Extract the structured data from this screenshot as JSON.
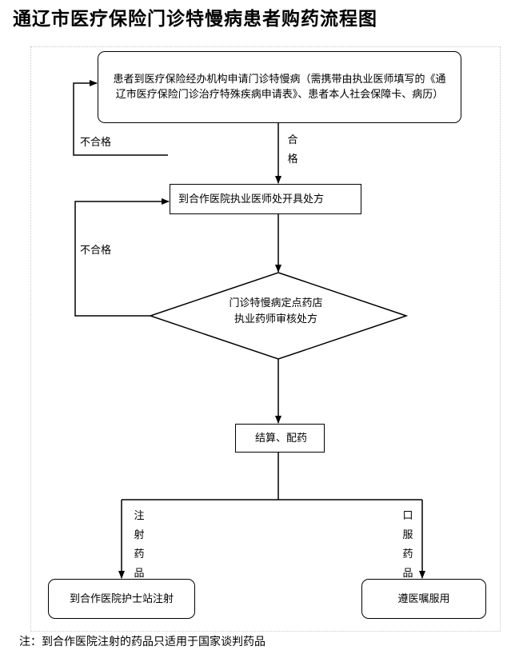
{
  "title": "通辽市医疗保险门诊特慢病患者购药流程图",
  "nodes": {
    "apply": "患者到医疗保险经办机构申请门诊特慢病（需携带由执业医师填写的《通辽市医疗保险门诊治疗特殊疾病申请表》、患者本人社会保障卡、病历）",
    "prescribe": "到合作医院执业医师处开具处方",
    "review": [
      "门诊特慢病定点药店",
      "执业药师审核处方"
    ],
    "settle": "结算、配药",
    "injection": "到合作医院护士站注射",
    "oral": "遵医嘱服用"
  },
  "labels": {
    "reject1": "不合格",
    "reject2": "不合格",
    "pass": [
      "合",
      "格"
    ],
    "injection_drug": [
      "注",
      "射",
      "药",
      "品"
    ],
    "oral_drug": [
      "口",
      "服",
      "药",
      "品"
    ]
  },
  "note": "注：到合作医院注射的药品只适用于国家谈判药品"
}
